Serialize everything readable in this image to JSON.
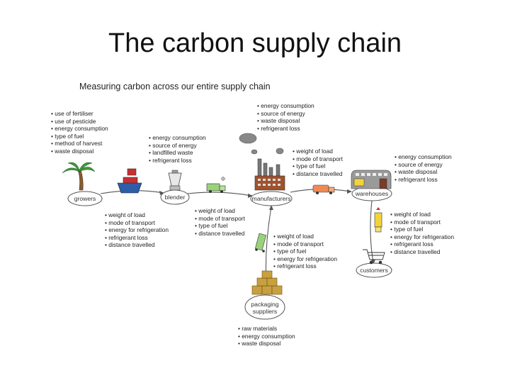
{
  "slide": {
    "title": "The carbon supply chain"
  },
  "diagram": {
    "title": "Measuring carbon across our entire supply chain",
    "nodes": {
      "growers": "growers",
      "blender": "blender",
      "manufacturers": "manufacturers",
      "warehouses": "warehouses",
      "customers": "customers",
      "packaging": [
        "packaging",
        "suppliers"
      ]
    },
    "lists": {
      "growers": [
        "use of fertiliser",
        "use of pesticide",
        "energy consumption",
        "type of fuel",
        "method of harvest",
        "waste disposal"
      ],
      "blender": [
        "energy consumption",
        "source of energy",
        "landfilled waste",
        "refrigerant loss"
      ],
      "manufacturers": [
        "energy consumption",
        "source of energy",
        "waste disposal",
        "refrigerant loss"
      ],
      "manu_to_warehouse": [
        "weight of load",
        "mode of transport",
        "type of fuel",
        "distance travelled"
      ],
      "warehouses": [
        "energy consumption",
        "source of energy",
        "waste disposal",
        "refrigerant loss"
      ],
      "growers_to_blender": [
        "weight of load",
        "mode of transport",
        "energy for refrigeration",
        "refrigerant loss",
        "distance travelled"
      ],
      "blender_to_manu": [
        "weight of load",
        "mode of transport",
        "type of fuel",
        "distance travelled"
      ],
      "packaging_to_manu": [
        "weight of load",
        "mode of transport",
        "type of fuel",
        "energy for refrigeration",
        "refrigerant loss"
      ],
      "warehouse_to_customers": [
        "weight of load",
        "mode of transport",
        "type of fuel",
        "energy for refrigeration",
        "refrigerant loss",
        "distance travelled"
      ],
      "packaging": [
        "raw materials",
        "energy consumption",
        "waste disposal"
      ]
    },
    "icons": [
      "palm-tree-icon",
      "ship-icon",
      "blender-icon",
      "truck-icon",
      "factory-icon",
      "smoke-icon",
      "warehouse-icon",
      "shopping-cart-icon",
      "boxes-icon"
    ],
    "colors": {
      "truck_green": "#9ad27a",
      "truck_orange": "#f08a55",
      "truck_yellow": "#f3d33a",
      "factory": "#a0522d",
      "ship": "#2f5ea8",
      "boxes": "#c8a040",
      "smoke": "#888888"
    }
  }
}
